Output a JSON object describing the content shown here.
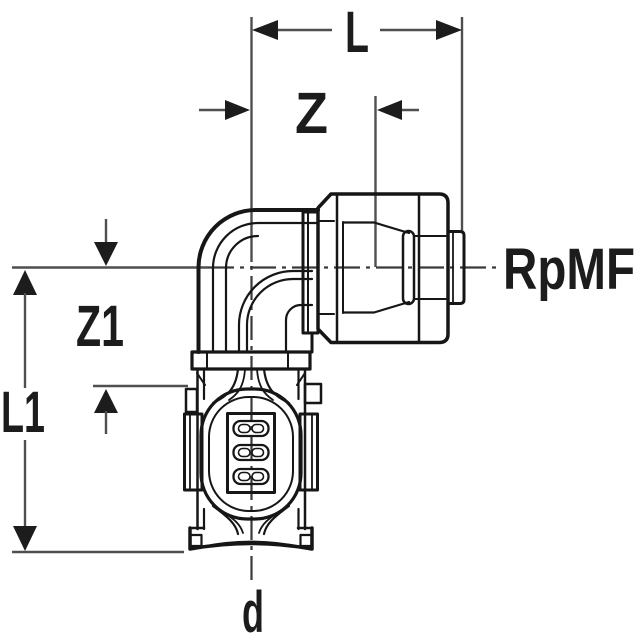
{
  "diagram": {
    "labels": {
      "dim_length": "L",
      "dim_z": "Z",
      "dim_z1": "Z1",
      "dim_l1": "L1",
      "thread_type": "RpMF",
      "diameter": "d"
    },
    "colors": {
      "background": "#ffffff",
      "fitting_line": "#161616",
      "dimension_line": "#4f4f4f",
      "centerline": "#3a3a3a",
      "label_ink": "#1c1c1c"
    }
  }
}
